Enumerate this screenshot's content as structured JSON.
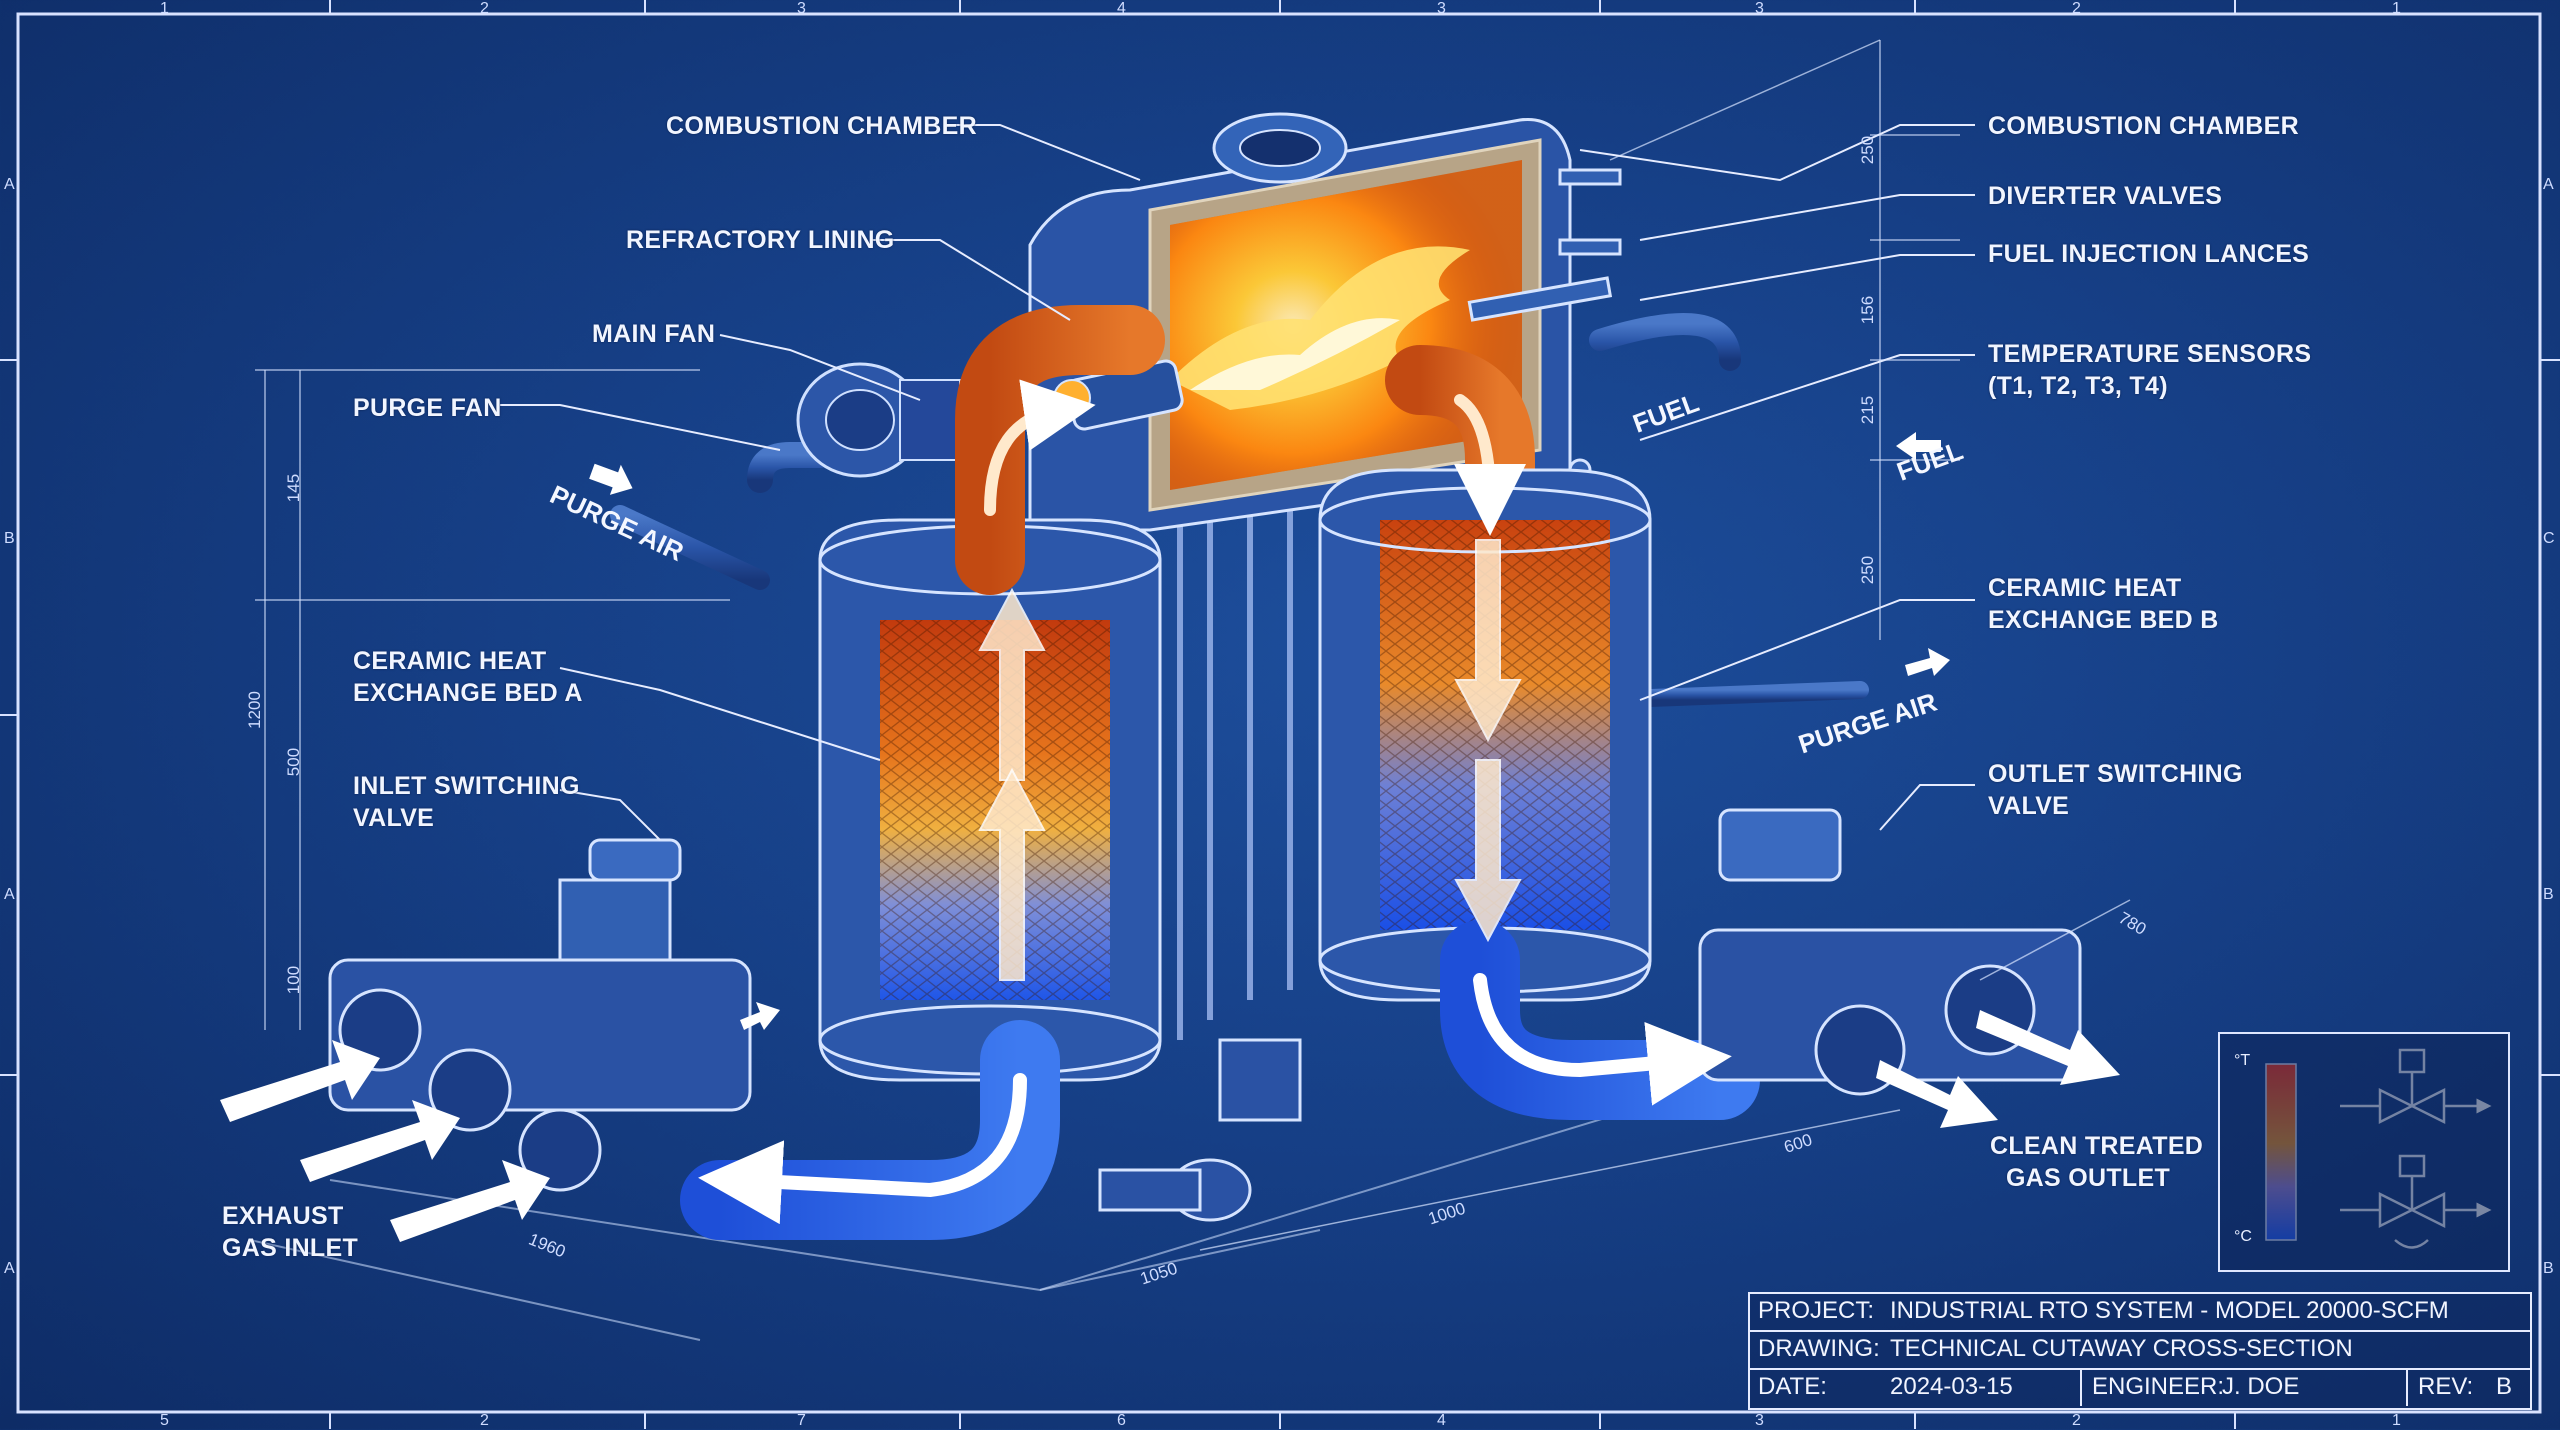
{
  "labels": {
    "combustion_chamber_left": "COMBUSTION CHAMBER",
    "refractory_lining": "REFRACTORY LINING",
    "main_fan": "MAIN FAN",
    "purge_fan": "PURGE FAN",
    "ceramic_bed_a_line1": "CERAMIC HEAT",
    "ceramic_bed_a_line2": "EXCHANGE BED A",
    "inlet_valve_line1": "INLET SWITCHING",
    "inlet_valve_line2": "VALVE",
    "exhaust_line1": "EXHAUST",
    "exhaust_line2": "GAS INLET",
    "combustion_chamber_right": "COMBUSTION CHAMBER",
    "diverter_valves": "DIVERTER VALVES",
    "fuel_lances": "FUEL INJECTION LANCES",
    "temp_sensors_line1": "TEMPERATURE SENSORS",
    "temp_sensors_line2": "(T1, T2, T3, T4)",
    "ceramic_bed_b_line1": "CERAMIC HEAT",
    "ceramic_bed_b_line2": "EXCHANGE BED B",
    "outlet_valve_line1": "OUTLET SWITCHING",
    "outlet_valve_line2": "VALVE",
    "clean_outlet_line1": "CLEAN TREATED",
    "clean_outlet_line2": "GAS OUTLET"
  },
  "flow_labels": {
    "purge_air_left": "PURGE AIR",
    "purge_air_right": "PURGE AIR",
    "fuel_center": "FUEL",
    "fuel_right": "FUEL"
  },
  "dimensions": {
    "d250_top": "250",
    "d156": "156",
    "d215": "215",
    "d250_mid": "250",
    "d145": "145",
    "d1200": "1200",
    "d500": "500",
    "d100": "100",
    "d1960": "1960",
    "d1050": "1050",
    "d1000": "1000",
    "d600": "600",
    "d780": "780"
  },
  "border": {
    "top": [
      "1",
      "2",
      "3",
      "4",
      "3",
      "3",
      "2",
      "1"
    ],
    "bottom": [
      "5",
      "2",
      "7",
      "6",
      "4",
      "3",
      "2",
      "1"
    ],
    "left": [
      "A",
      "B",
      "A",
      "A"
    ],
    "right": [
      "A",
      "C",
      "B",
      "B"
    ]
  },
  "legend": {
    "temp_hot": "°T",
    "temp_cold": "°C",
    "colors": {
      "hot": "#ff3b14",
      "mid": "#f0a020",
      "cold": "#1e5bff"
    }
  },
  "title_block": {
    "project_label": "PROJECT:",
    "project_value": "INDUSTRIAL RTO SYSTEM - MODEL 20000-SCFM",
    "drawing_label": "DRAWING:",
    "drawing_value": "TECHNICAL CUTAWAY CROSS-SECTION",
    "date_label": "DATE:",
    "date_value": "2024-03-15",
    "engineer_label": "ENGINEER:",
    "engineer_value": "J. DOE",
    "rev_label": "REV:",
    "rev_value": "B"
  },
  "colors": {
    "background": "#163f86",
    "line": "#e6ecff",
    "flame": "#ffb020",
    "hot_bed": "#e0561c",
    "cold_bed": "#2f6cf0"
  }
}
